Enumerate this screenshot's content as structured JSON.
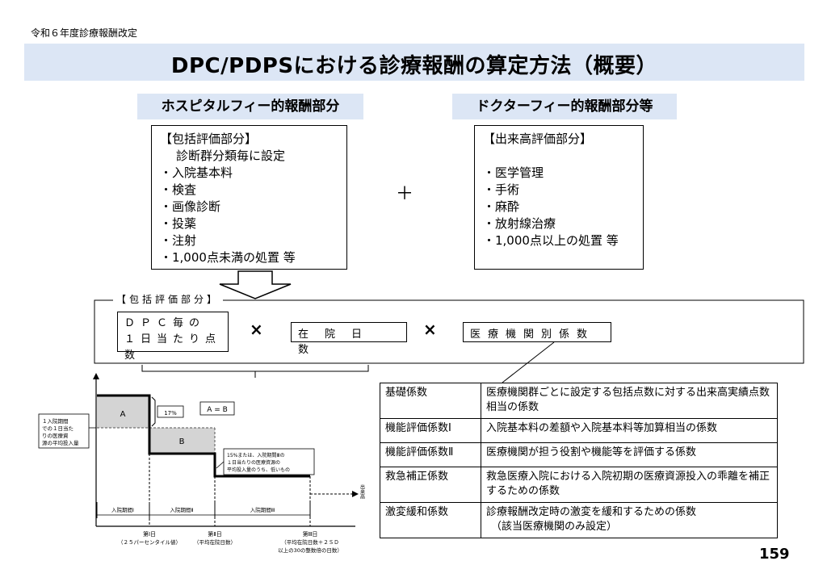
{
  "header": {
    "subtitle": "令和６年度診療報酬改定",
    "title": "DPC/PDPSにおける診療報酬の算定方法（概要）"
  },
  "hospital_fee": {
    "heading": "ホスピタルフィー的報酬部分",
    "box_title": "【包括評価部分】",
    "box_subtitle": "診断群分類毎に設定",
    "items": [
      "・入院基本料",
      "・検査",
      "・画像診断",
      "・投薬",
      "・注射",
      "・1,000点未満の処置 等"
    ]
  },
  "plus_sign": "＋",
  "doctor_fee": {
    "heading": "ドクターフィー的報酬部分等",
    "box_title": "【出来高評価部分】",
    "items": [
      "・医学管理",
      "・手術",
      "・麻酔",
      "・放射線治療",
      "・1,000点以上の処置 等"
    ]
  },
  "formula": {
    "label": "【包括評価部分】",
    "term1_line1": "ＤＰＣ毎の",
    "term1_line2": "１日当たり点数",
    "times": "×",
    "term2": "在院日数",
    "term3": "医療機関別係数"
  },
  "graph": {
    "y_note": "１入院期間での１日当たりの医療資源の平均投入量",
    "area_a": "A",
    "area_b": "B",
    "pct_17": "17%",
    "eq": "A = B",
    "note15_line1": "15%または、入院期間Ⅲの",
    "note15_line2": "１日当たりの医療資源の",
    "note15_line3": "平均投入量のうち、低いもの",
    "x_unit": "出来高",
    "period1": "入院期間Ⅰ",
    "period2": "入院期間Ⅱ",
    "period3": "入院期間Ⅲ",
    "day1": "第Ⅰ日",
    "day1_sub": "（２５パーセンタイル値）",
    "day2": "第Ⅱ日",
    "day2_sub": "（平均在院日数）",
    "day3": "第Ⅲ日",
    "day3_sub1": "（平均在院日数＋２ＳＤ",
    "day3_sub2": "以上の30の整数倍の日数）"
  },
  "coefficients": [
    {
      "name": "基礎係数",
      "desc": "医療機関群ごとに設定する包括点数に対する出来高実績点数相当の係数"
    },
    {
      "name": "機能評価係数Ⅰ",
      "desc": "入院基本料の差額や入院基本料等加算相当の係数"
    },
    {
      "name": "機能評価係数Ⅱ",
      "desc": "医療機関が担う役割や機能等を評価する係数"
    },
    {
      "name": "救急補正係数",
      "desc": "救急医療入院における入院初期の医療資源投入の乖離を補正するための係数"
    },
    {
      "name": "激変緩和係数",
      "desc": "診療報酬改定時の激変を緩和するための係数",
      "desc2": "（該当医療機関のみ設定）"
    }
  ],
  "page_number": "159"
}
